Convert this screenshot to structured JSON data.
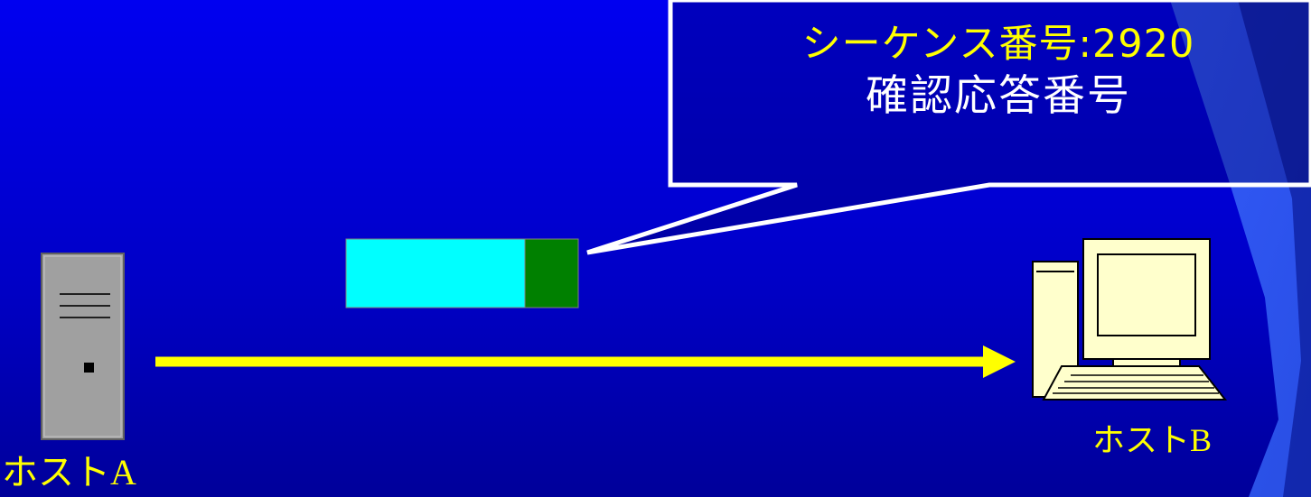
{
  "callout": {
    "sequence_label": "シーケンス番号",
    "sequence_separator": ":",
    "sequence_value": "2920",
    "ack_label": "確認応答番号"
  },
  "hosts": {
    "a": {
      "name_prefix": "ホスト",
      "name_letter": "A"
    },
    "b": {
      "name_prefix": "ホスト",
      "name_letter": "B"
    }
  },
  "colors": {
    "background": "#0000f0",
    "arrow": "#ffff00",
    "segment_data": "#00ffff",
    "segment_header": "#008000",
    "label_text": "#ffff00",
    "callout_text": "#ffffff"
  },
  "icons": {
    "host_a": "server-tower-icon",
    "host_b": "desktop-computer-icon"
  }
}
